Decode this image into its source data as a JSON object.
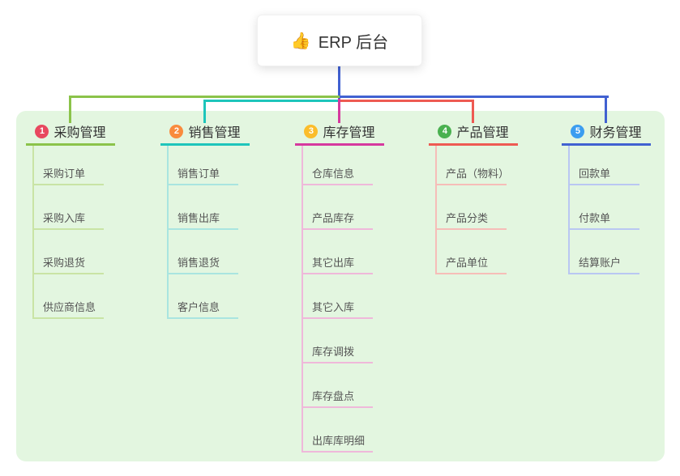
{
  "root": {
    "icon": "👍",
    "label": "ERP 后台"
  },
  "canvas": {
    "panel_bg": "#e3f6e0",
    "root_line_color": "#4161d1"
  },
  "branches": [
    {
      "badge": "1",
      "label": "采购管理",
      "badge_color": "#e8485f",
      "line_color": "#8bc34a",
      "child_line_color": "#c9e4a5",
      "children": [
        "采购订单",
        "采购入库",
        "采购退货",
        "供应商信息"
      ]
    },
    {
      "badge": "2",
      "label": "销售管理",
      "badge_color": "#f98b3d",
      "line_color": "#1ec5bb",
      "child_line_color": "#a9e5e0",
      "children": [
        "销售订单",
        "销售出库",
        "销售退货",
        "客户信息"
      ]
    },
    {
      "badge": "3",
      "label": "库存管理",
      "badge_color": "#fbbd2b",
      "line_color": "#d6399e",
      "child_line_color": "#efb8da",
      "children": [
        "仓库信息",
        "产品库存",
        "其它出库",
        "其它入库",
        "库存调拨",
        "库存盘点",
        "出库库明细"
      ]
    },
    {
      "badge": "4",
      "label": "产品管理",
      "badge_color": "#4ab150",
      "line_color": "#ee5a52",
      "child_line_color": "#f6bdb8",
      "children": [
        "产品（物料）",
        "产品分类",
        "产品单位"
      ]
    },
    {
      "badge": "5",
      "label": "财务管理",
      "badge_color": "#3b9df0",
      "line_color": "#4161d1",
      "child_line_color": "#b9c7f2",
      "children": [
        "回款单",
        "付款单",
        "结算账户"
      ]
    }
  ]
}
